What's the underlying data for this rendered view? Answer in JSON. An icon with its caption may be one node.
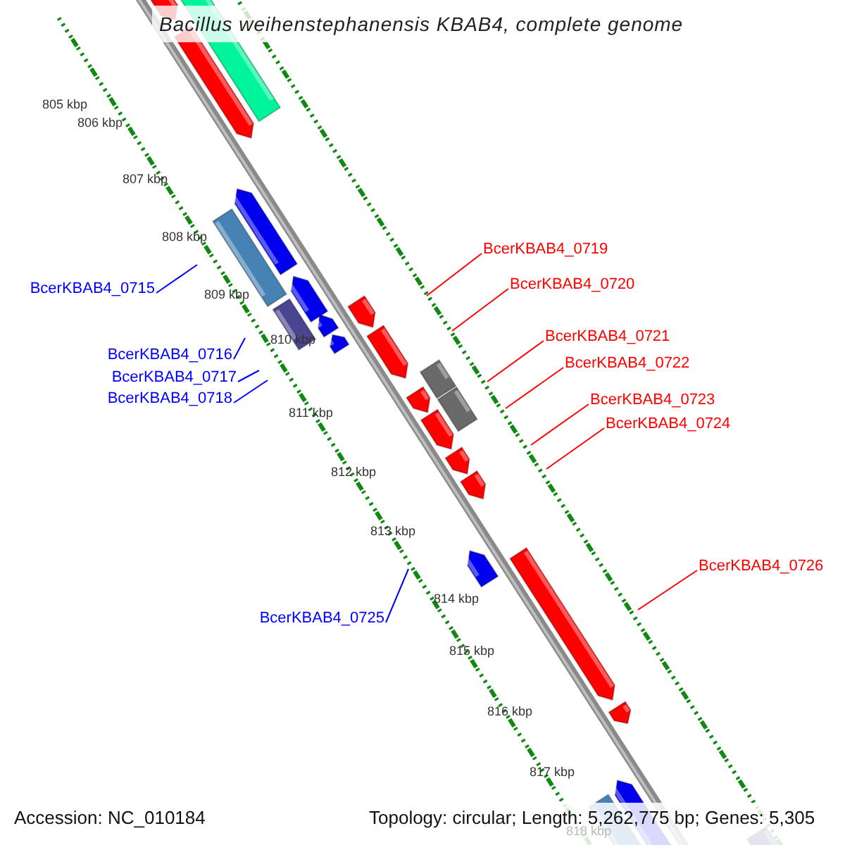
{
  "diagram": {
    "title": "Bacillus weihenstephanensis KBAB4, complete genome",
    "nodes": [
      {
        "text": [
          "BcerKBAB4_0719"
        ]
      },
      {
        "text": [
          "BcerKBAB4_0720"
        ]
      },
      {
        "text": [
          "BcerKBAB4_0715"
        ]
      },
      {
        "text": [
          "BcerKBAB4_0721"
        ]
      },
      {
        "text": [
          "BcerKBAB4_0716"
        ]
      },
      {
        "text": [
          "BcerKBAB4_0722"
        ]
      },
      {
        "text": [
          "BcerKBAB4_0717"
        ]
      },
      {
        "text": [
          "BcerKBAB4_0718"
        ]
      },
      {
        "text": [
          "BcerKBAB4_0723"
        ]
      },
      {
        "text": [
          "BcerKBAB4_0724"
        ]
      },
      {
        "text": [
          "BcerKBAB4_0726"
        ]
      },
      {
        "text": [
          "BcerKBAB4_0725"
        ]
      }
    ],
    "edges": [
      {
        "from": 0,
        "to": null,
        "arrow": "none"
      },
      {
        "from": 1,
        "to": null,
        "arrow": "none"
      },
      {
        "from": 2,
        "to": null,
        "arrow": "none",
        "color": "#0000ff"
      },
      {
        "from": 3,
        "to": null,
        "arrow": "none"
      },
      {
        "from": 4,
        "to": null,
        "arrow": "none",
        "color": "#0000ff"
      },
      {
        "from": 5,
        "to": null,
        "arrow": "none"
      },
      {
        "from": 6,
        "to": null,
        "arrow": "none",
        "color": "#0000ff"
      },
      {
        "from": 7,
        "to": null,
        "arrow": "none",
        "color": "#0000ff"
      },
      {
        "from": 8,
        "to": null,
        "arrow": "none"
      },
      {
        "from": 9,
        "to": null,
        "arrow": "none"
      },
      {
        "from": 10,
        "to": null,
        "arrow": "none"
      },
      {
        "from": 11,
        "to": null,
        "arrow": "none",
        "color": "#0000ff"
      }
    ],
    "labels": [
      "805 kbp",
      "806 kbp",
      "807 kbp",
      "808 kbp",
      "809 kbp",
      "810 kbp",
      "811 kbp",
      "812 kbp",
      "813 kbp",
      "814 kbp",
      "815 kbp",
      "816 kbp",
      "817 kbp",
      "818 kbp",
      "Accession: NC_010184",
      "Topology: circular; Length: 5,262,775 bp; Genes: 5,305"
    ]
  }
}
